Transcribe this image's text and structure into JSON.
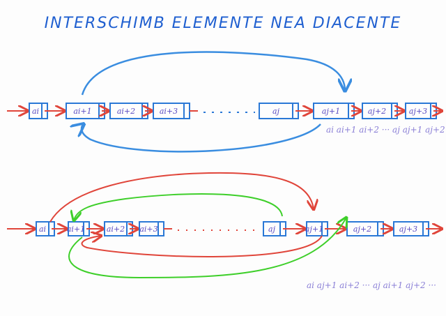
{
  "title": "INTERSCHIMB ELEMENTE NEA DIACENTE",
  "top_row": {
    "nodes": [
      "ai",
      "ai+1",
      "ai+2",
      "ai+3",
      "aj",
      "aj+1",
      "aj+2",
      "aj+3"
    ],
    "result_sequence": "ai ai+1 ai+2 ··· aj aj+1 aj+2"
  },
  "bottom_row": {
    "nodes": [
      "ai",
      "ai+1",
      "ai+2",
      "ai+3",
      "aj",
      "aj+1",
      "aj+2",
      "aj+3"
    ],
    "result_sequence": "ai aj+1 ai+2 ··· aj ai+1 aj+2 ···"
  },
  "colors": {
    "title": "#1f5fd0",
    "node": "#2a78d6",
    "red": "#e0453a",
    "blue": "#3a8de0",
    "green": "#3ecf2a"
  }
}
